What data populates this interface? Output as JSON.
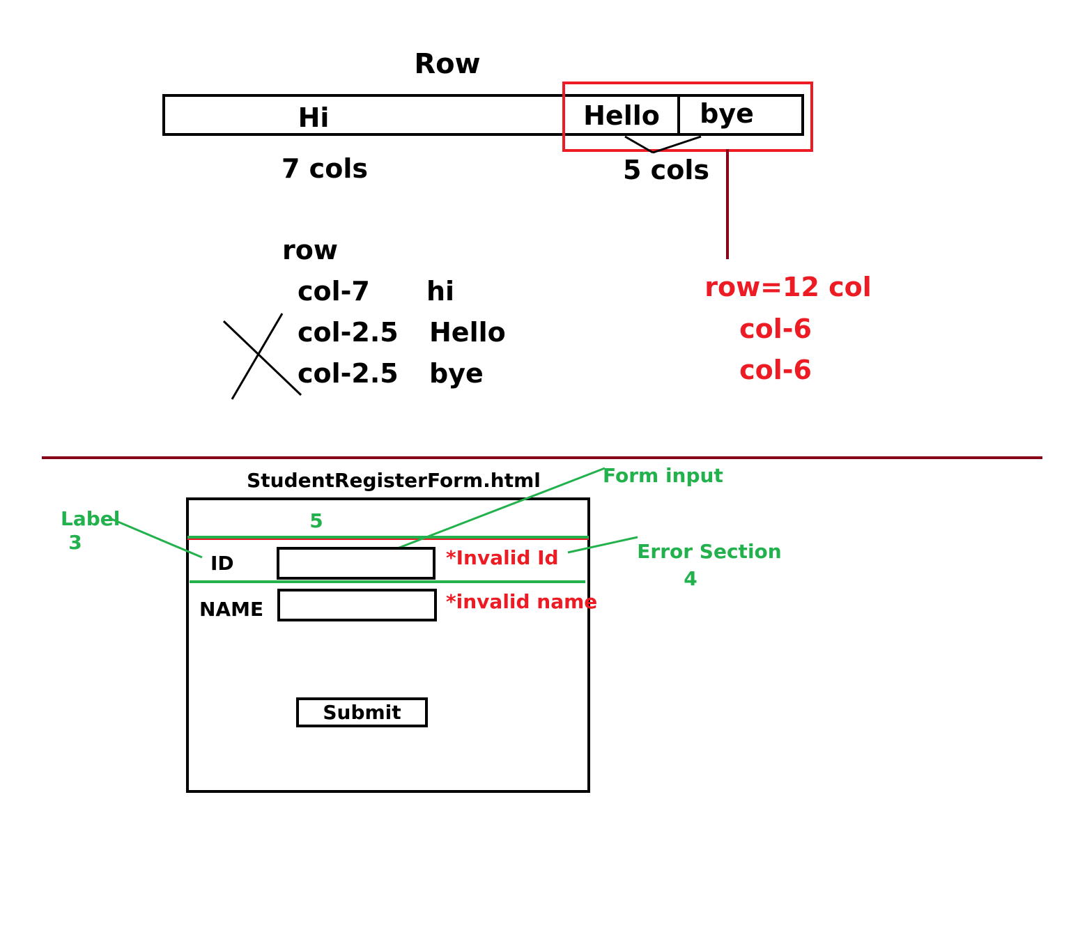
{
  "colors": {
    "ink": "#000000",
    "red": "#ed1c24",
    "green": "#22b14c",
    "maroon": "#880015"
  },
  "top": {
    "title": "Row",
    "cell_hi": "Hi",
    "cell_hello": "Hello",
    "cell_bye": "bye",
    "cols_left": "7 cols",
    "cols_right": "5 cols"
  },
  "code": {
    "row_keyword": "row",
    "lines": [
      {
        "col": "col-7",
        "text": "hi"
      },
      {
        "col": "col-2.5",
        "text": "Hello"
      },
      {
        "col": "col-2.5",
        "text": "bye"
      }
    ]
  },
  "note": {
    "lines": [
      "row=12 col",
      "col-6",
      "col-6"
    ]
  },
  "form": {
    "title": "StudentRegisterForm.html",
    "id_label": "ID",
    "name_label": "NAME",
    "id_error": "*Invalid Id",
    "name_error": "*invalid name",
    "submit_label": "Submit"
  },
  "annotations": {
    "form_input": "Form input",
    "five": "5",
    "label": "Label",
    "three": "3",
    "error_section": "Error Section",
    "four": "4"
  }
}
